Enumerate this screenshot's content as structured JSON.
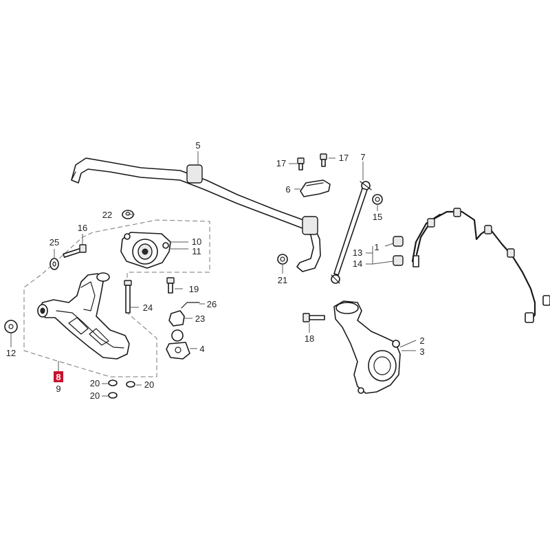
{
  "diagram": {
    "highlighted_part": "8",
    "callouts": {
      "c1": "1",
      "c2": "2",
      "c3": "3",
      "c4": "4",
      "c5": "5",
      "c6": "6",
      "c7": "7",
      "c8": "8",
      "c9": "9",
      "c10": "10",
      "c11": "11",
      "c12": "12",
      "c13": "13",
      "c14": "14",
      "c15": "15",
      "c16": "16",
      "c17a": "17",
      "c17b": "17",
      "c18": "18",
      "c19": "19",
      "c20a": "20",
      "c20b": "20",
      "c20c": "20",
      "c21": "21",
      "c22": "22",
      "c23": "23",
      "c24": "24",
      "c25": "25",
      "c26": "26"
    },
    "colors": {
      "highlight": "#c8102e",
      "line": "#1a1a1a",
      "text": "#222222"
    }
  }
}
